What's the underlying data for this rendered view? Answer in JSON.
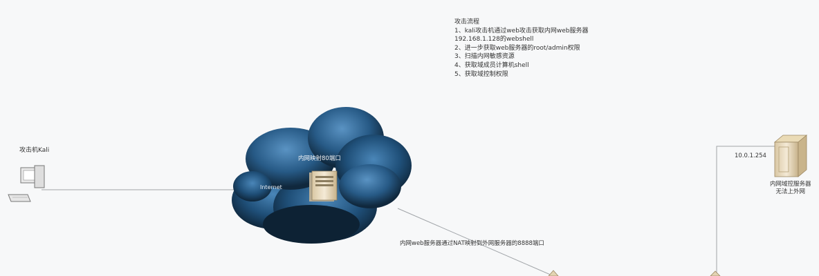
{
  "steps": {
    "title": "攻击流程",
    "items": [
      "1、kali攻击机通过web攻击获取内网web服务器",
      "192.168.1.128的webshell",
      "2、进一步获取web服务器的root/admin权限",
      "3、扫描内网敏感资源",
      "4、获取域成员计算机shell",
      "5、获取域控制权限"
    ]
  },
  "nodes": {
    "kali": {
      "label": "攻击机Kali",
      "icon": "desktop-computer-icon"
    },
    "cloud": {
      "title": "内网映射80端口",
      "internet": "Internet",
      "icon": "server-icon"
    },
    "nat": {
      "label": "内网web服务器通过NAT映射到外网服务器的8888端口"
    },
    "internal_server": {
      "ip": "10.0.1.254",
      "label_line1": "内网域控服务器",
      "label_line2": "无法上外网",
      "icon": "server-tower-icon"
    }
  },
  "colors": {
    "cloud_dark": "#0e2436",
    "cloud_mid": "#1f4f78",
    "cloud_light": "#3f78a8",
    "line": "#9aa0a6",
    "background": "#f7f8f9"
  }
}
